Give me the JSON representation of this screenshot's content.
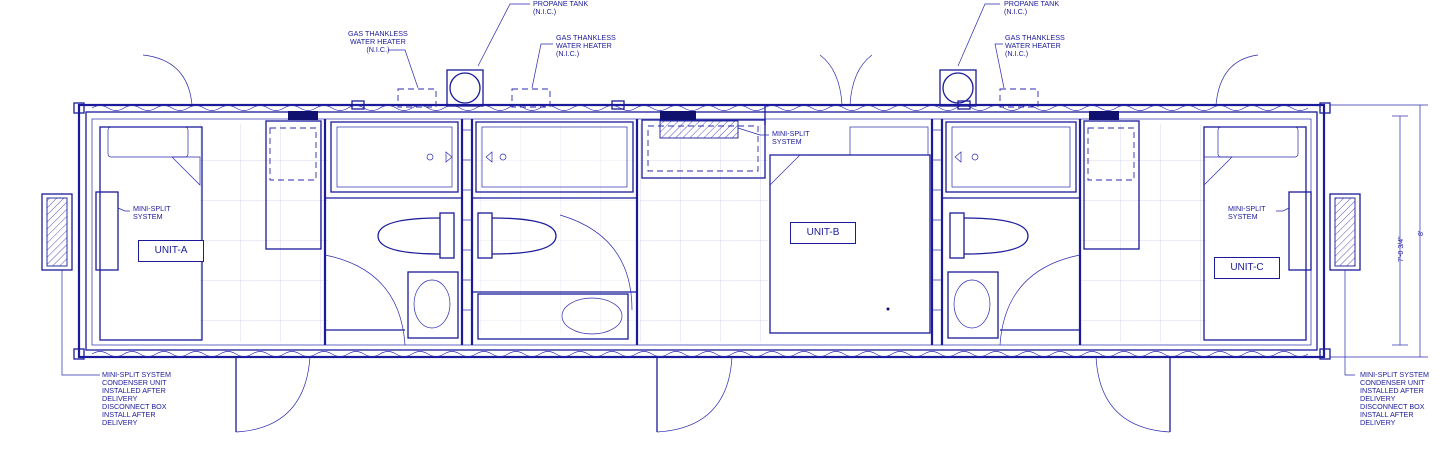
{
  "units": {
    "a": "UNIT-A",
    "b": "UNIT-B",
    "c": "UNIT-C"
  },
  "notes": {
    "propane_left": [
      "PROPANE TANK",
      "(N.I.C.)"
    ],
    "propane_right": [
      "PROPANE TANK",
      "(N.I.C.)"
    ],
    "heater_1": [
      "GAS THANKLESS",
      "WATER HEATER",
      "(N.I.C.)"
    ],
    "heater_2": [
      "GAS THANKLESS",
      "WATER HEATER",
      "(N.I.C.)"
    ],
    "heater_3": [
      "GAS THANKLESS",
      "WATER HEATER",
      "(N.I.C.)"
    ],
    "minisplit_a": [
      "MINI-SPLIT",
      "SYSTEM"
    ],
    "minisplit_b": [
      "MINI-SPLIT",
      "SYSTEM"
    ],
    "minisplit_c": [
      "MINI-SPLIT",
      "SYSTEM"
    ],
    "condenser_left": [
      "MINI-SPLIT SYSTEM",
      "CONDENSER UNIT",
      "INSTALLED AFTER",
      "DELIVERY",
      "DISCONNECT BOX",
      "INSTALL AFTER",
      "DELIVERY"
    ],
    "condenser_right": [
      "MINI-SPLIT SYSTEM",
      "CONDENSER UNIT",
      "INSTALLED AFTER",
      "DELIVERY",
      "DISCONNECT BOX",
      "INSTALL AFTER",
      "DELIVERY"
    ]
  },
  "dimensions": {
    "inner": "7'-0 3/4\"",
    "outer": "8'"
  },
  "colors": {
    "ink": "#1a1a9a",
    "grid": "#9a9ad6",
    "paper": "#ffffff"
  }
}
